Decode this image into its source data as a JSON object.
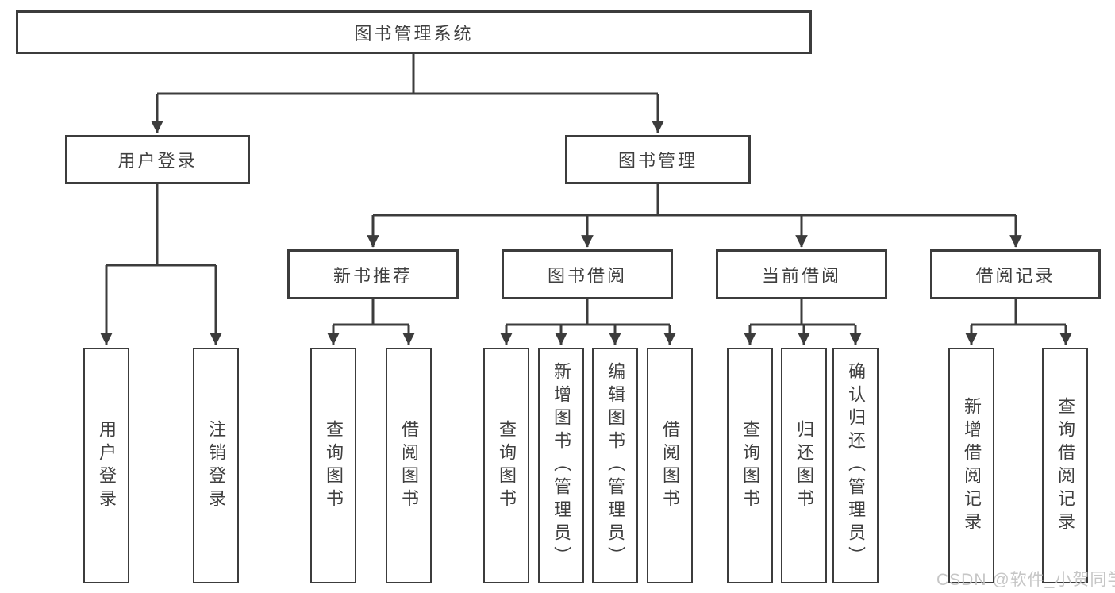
{
  "tree": {
    "label": "图书管理系统",
    "children": [
      {
        "label": "用户登录",
        "children": [
          {
            "label": "用户登录"
          },
          {
            "label": "注销登录"
          }
        ]
      },
      {
        "label": "图书管理",
        "children": [
          {
            "label": "新书推荐",
            "children": [
              {
                "label": "查询图书"
              },
              {
                "label": "借阅图书"
              }
            ]
          },
          {
            "label": "图书借阅",
            "children": [
              {
                "label": "查询图书"
              },
              {
                "label": "新增图书（管理员）"
              },
              {
                "label": "编辑图书（管理员）"
              },
              {
                "label": "借阅图书"
              }
            ]
          },
          {
            "label": "当前借阅",
            "children": [
              {
                "label": "查询图书"
              },
              {
                "label": "归还图书"
              },
              {
                "label": "确认归还（管理员）"
              }
            ]
          },
          {
            "label": "借阅记录",
            "children": [
              {
                "label": "新增借阅记录"
              },
              {
                "label": "查询借阅记录"
              }
            ]
          }
        ]
      }
    ]
  },
  "watermark": {
    "text": "CSDN @软件_小贺同学"
  },
  "colors": {
    "line": "#3c3c3c",
    "text": "#3f3f3f",
    "box_background": "#ffffff",
    "watermark": "#c3c3c3"
  }
}
